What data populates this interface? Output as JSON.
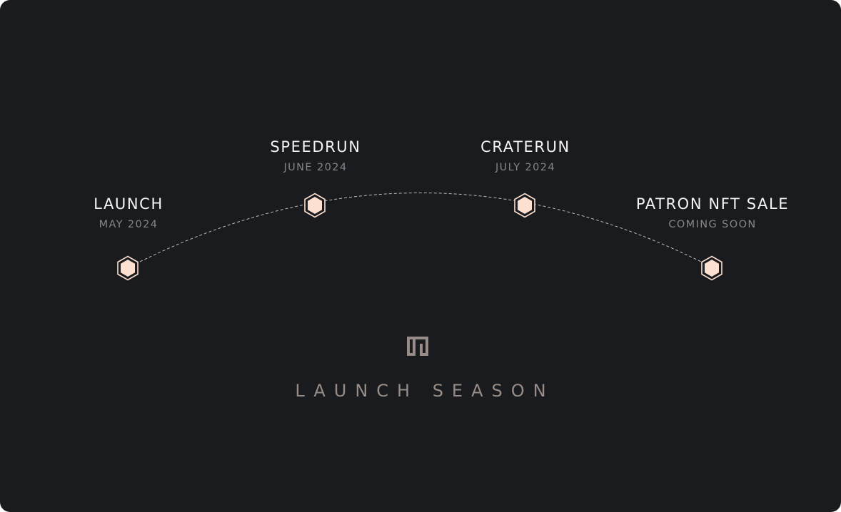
{
  "timeline": {
    "milestones": [
      {
        "title": "LAUNCH",
        "date": "MAY 2024"
      },
      {
        "title": "SPEEDRUN",
        "date": "JUNE 2024"
      },
      {
        "title": "CRATERUN",
        "date": "JULY 2024"
      },
      {
        "title": "PATRON NFT SALE",
        "date": "COMING SOON"
      }
    ]
  },
  "brand": {
    "logo_icon": "maze-glyph-icon",
    "heading": "LAUNCH SEASON"
  },
  "colors": {
    "background": "#1a1b1e",
    "node_fill": "#fde0cf",
    "title": "#f4f4f4",
    "date": "#85858a",
    "heading": "#978c87"
  }
}
